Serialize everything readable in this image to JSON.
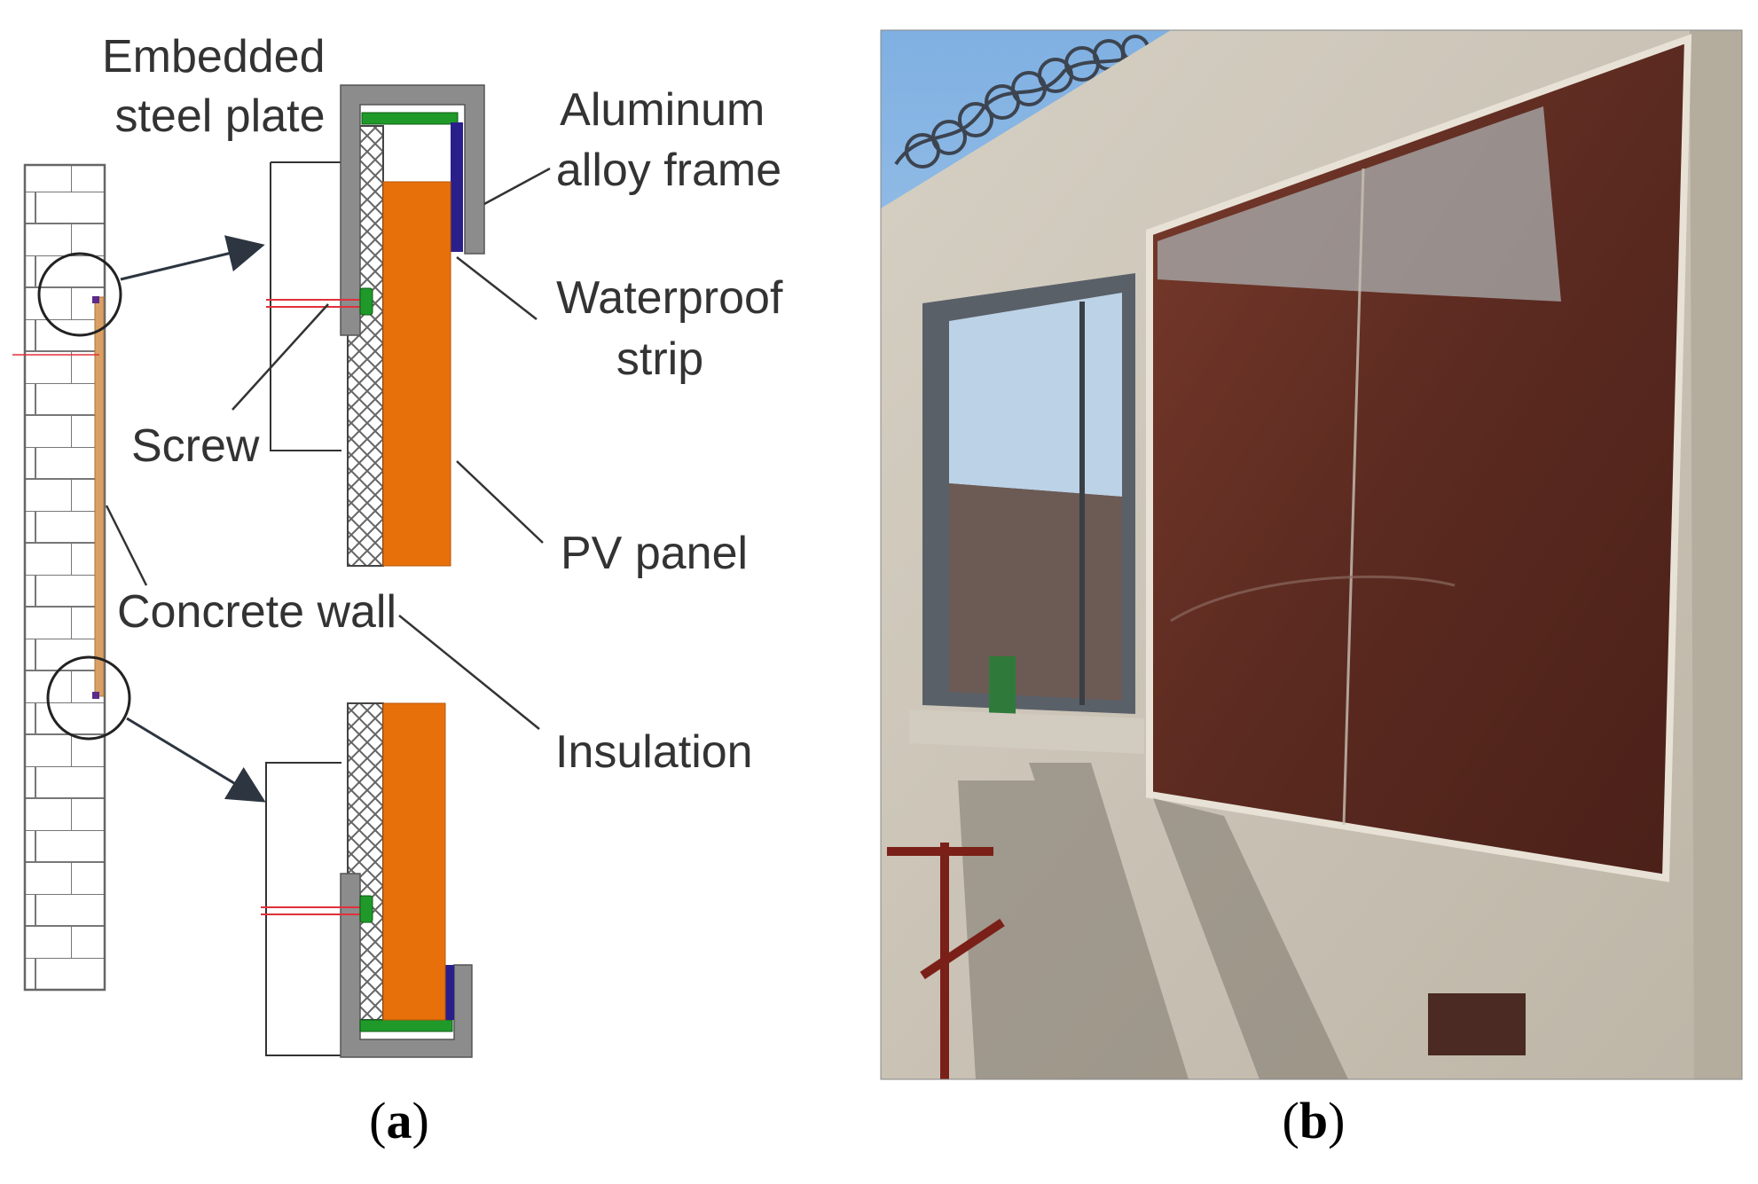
{
  "figure": {
    "panel_a": {
      "caption_letter": "a",
      "labels": {
        "embedded_steel_plate": [
          "Embedded",
          "steel plate"
        ],
        "aluminum_alloy_frame": [
          "Aluminum",
          "alloy frame"
        ],
        "waterproof_strip": [
          "Waterproof",
          "strip"
        ],
        "screw": "Screw",
        "pv_panel": "PV panel",
        "concrete_wall": "Concrete wall",
        "insulation": "Insulation"
      },
      "colors": {
        "pv_panel": "#e8700a",
        "aluminum_frame": "#8c8c8c",
        "waterproof_strip": "#2a1f8a",
        "gasket": "#1f9a2a",
        "wall_plank": "#d9a066",
        "screw": "#e0303a"
      }
    },
    "panel_b": {
      "caption_letter": "b",
      "colors": {
        "sky": "#9fc3e6",
        "concrete": "#cfc8bb",
        "pv_glass": "#5e2c22"
      }
    }
  }
}
